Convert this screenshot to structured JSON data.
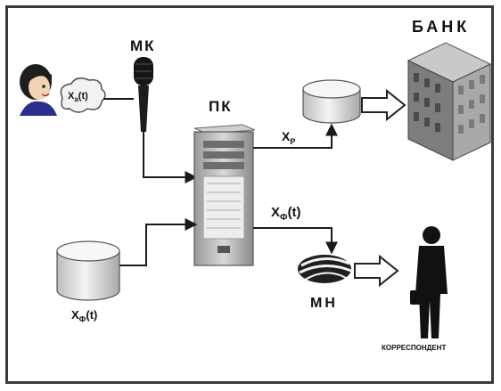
{
  "labels": {
    "microphone": "МК",
    "pc": "ПК",
    "bank": "БАНК",
    "modem": "МН",
    "correspondent": "КОРРЕСПОНДЕНТ",
    "speech_signal_main": "X",
    "speech_signal_sub": "a",
    "speech_signal_arg": "(t)",
    "pc_output_main": "X",
    "pc_output_sub": "P",
    "transmit_signal_main": "X",
    "transmit_signal_sub": "Ф",
    "transmit_signal_arg": "(t)",
    "storage_signal_main": "X",
    "storage_signal_sub": "Ф",
    "storage_signal_arg": "(t)"
  },
  "colors": {
    "frame": "#3a3a3a",
    "line": "#1a1a1a",
    "device_light": "#e8e8e8",
    "device_dark": "#6e6e6e"
  }
}
